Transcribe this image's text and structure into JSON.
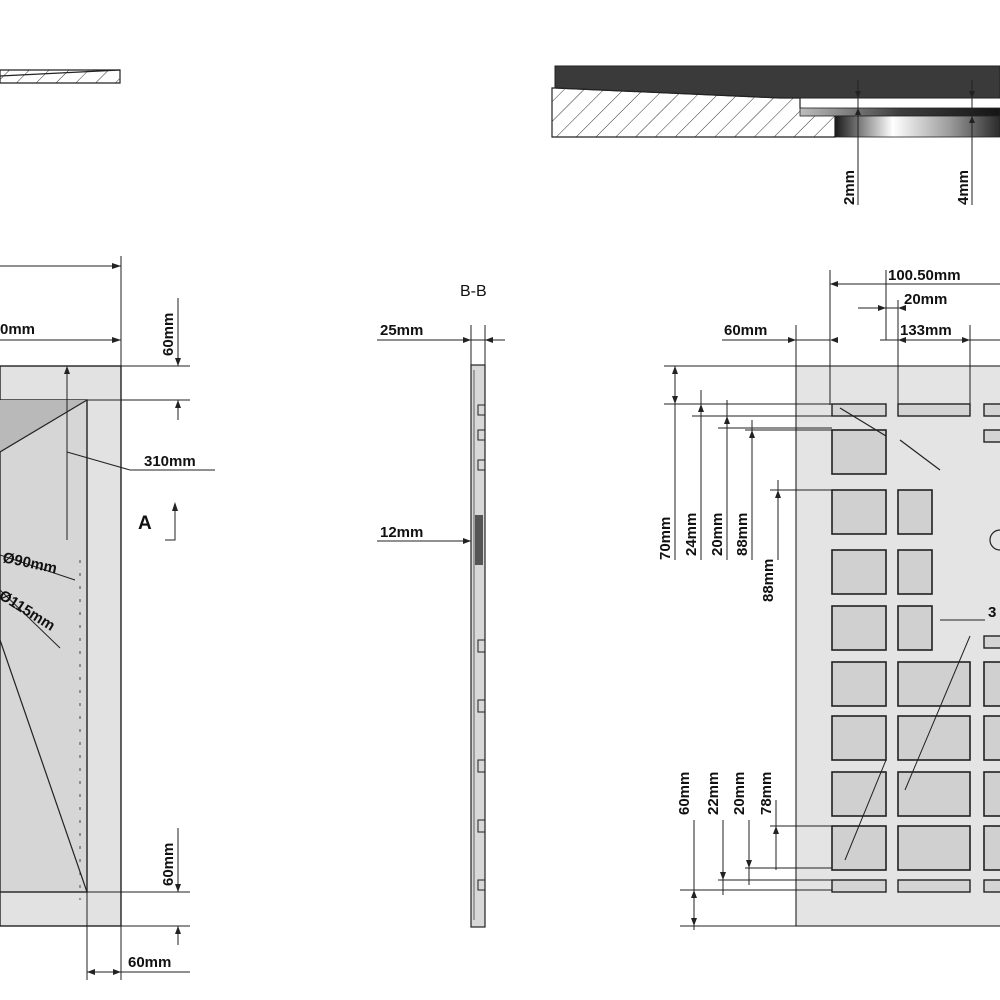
{
  "labels": {
    "top_left_partial": "0mm",
    "left_top_60": "60mm",
    "left_310": "310mm",
    "left_d90": "Ø90mm",
    "left_d115": "Ø115mm",
    "left_bottom_60": "60mm",
    "left_bottom_horiz_60": "60mm",
    "view_marker": "A",
    "section_title": "B-B",
    "section_25": "25mm",
    "section_12": "12mm",
    "detail_2": "2mm",
    "detail_4": "4mm",
    "right_10050": "100.50mm",
    "right_20": "20mm",
    "right_60": "60mm",
    "right_133": "133mm",
    "right_70": "70mm",
    "right_24": "24mm",
    "right_20v": "20mm",
    "right_88a": "88mm",
    "right_88b": "88mm",
    "right_3x": "3",
    "right_60b": "60mm",
    "right_22": "22mm",
    "right_20b": "20mm",
    "right_78": "78mm"
  },
  "colors": {
    "plate": "#e4e4e4",
    "cell": "#d0d0d0",
    "line": "#222222",
    "dark_band": "#333333"
  }
}
